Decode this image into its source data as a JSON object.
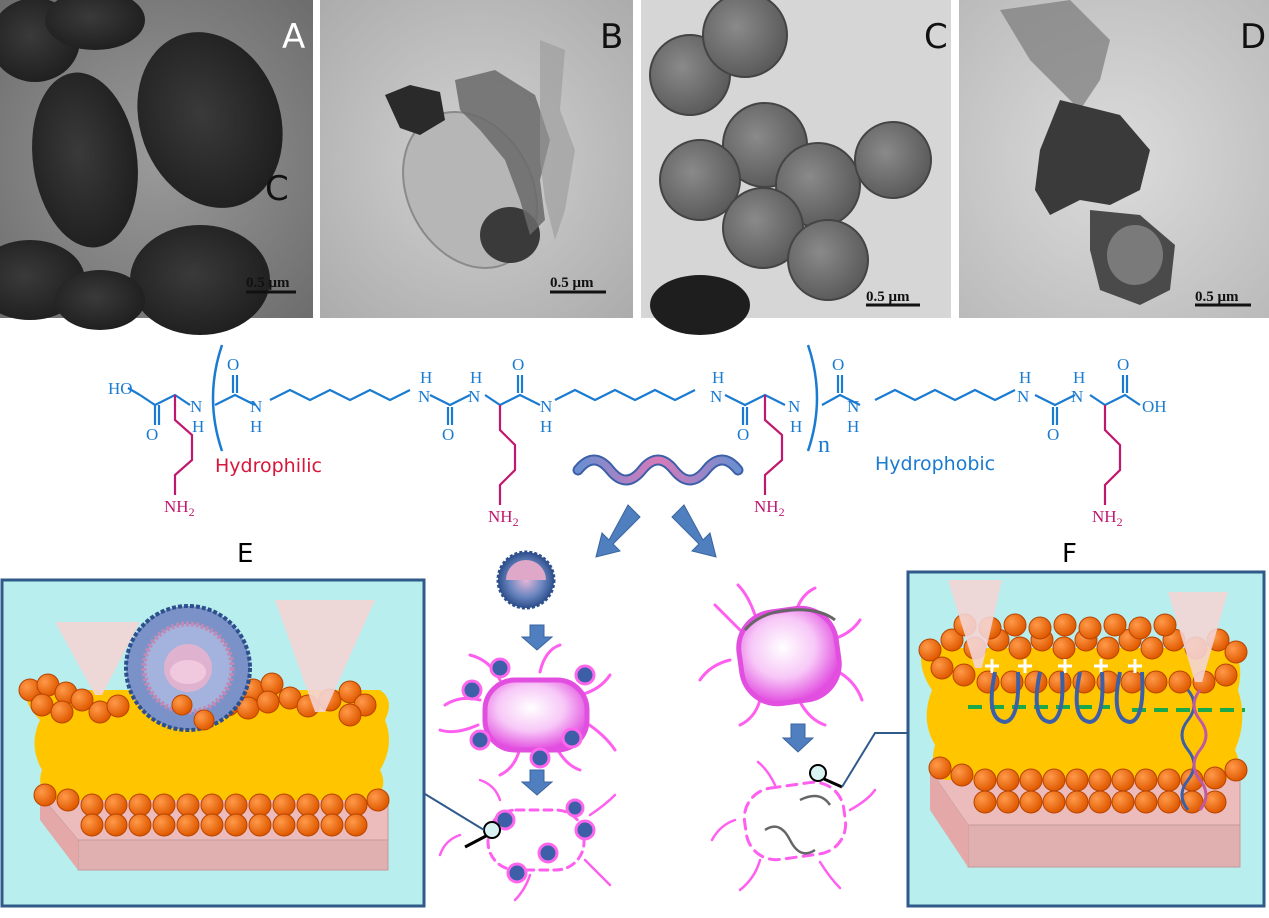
{
  "panels": {
    "a": {
      "letter": "A",
      "scale": "0.5 μm",
      "inner_mark": "C"
    },
    "b": {
      "letter": "B",
      "scale": "0.5 μm"
    },
    "c": {
      "letter": "C",
      "scale": "0.5 μm"
    },
    "d": {
      "letter": "D",
      "scale": "0.5 μm"
    }
  },
  "structure": {
    "ho": "HO",
    "oh": "OH",
    "o": "O",
    "n": "N",
    "h": "H",
    "nh2": "NH",
    "nh2_sub": "2",
    "repeat": "n",
    "hydrophilic": "Hydrophilic",
    "hydrophobic": "Hydrophobic"
  },
  "labels": {
    "e": "E",
    "f": "F"
  },
  "colors": {
    "backbone": "#1a7bd1",
    "sidechain": "#c0186f",
    "membrane_core": "#ffc600",
    "lipid_head": "#f06a10",
    "box_fill": "#b8eeee",
    "box_border": "#2f5a8a",
    "bacterium": "#ff66ee",
    "arrow": "#4f7fbf"
  }
}
